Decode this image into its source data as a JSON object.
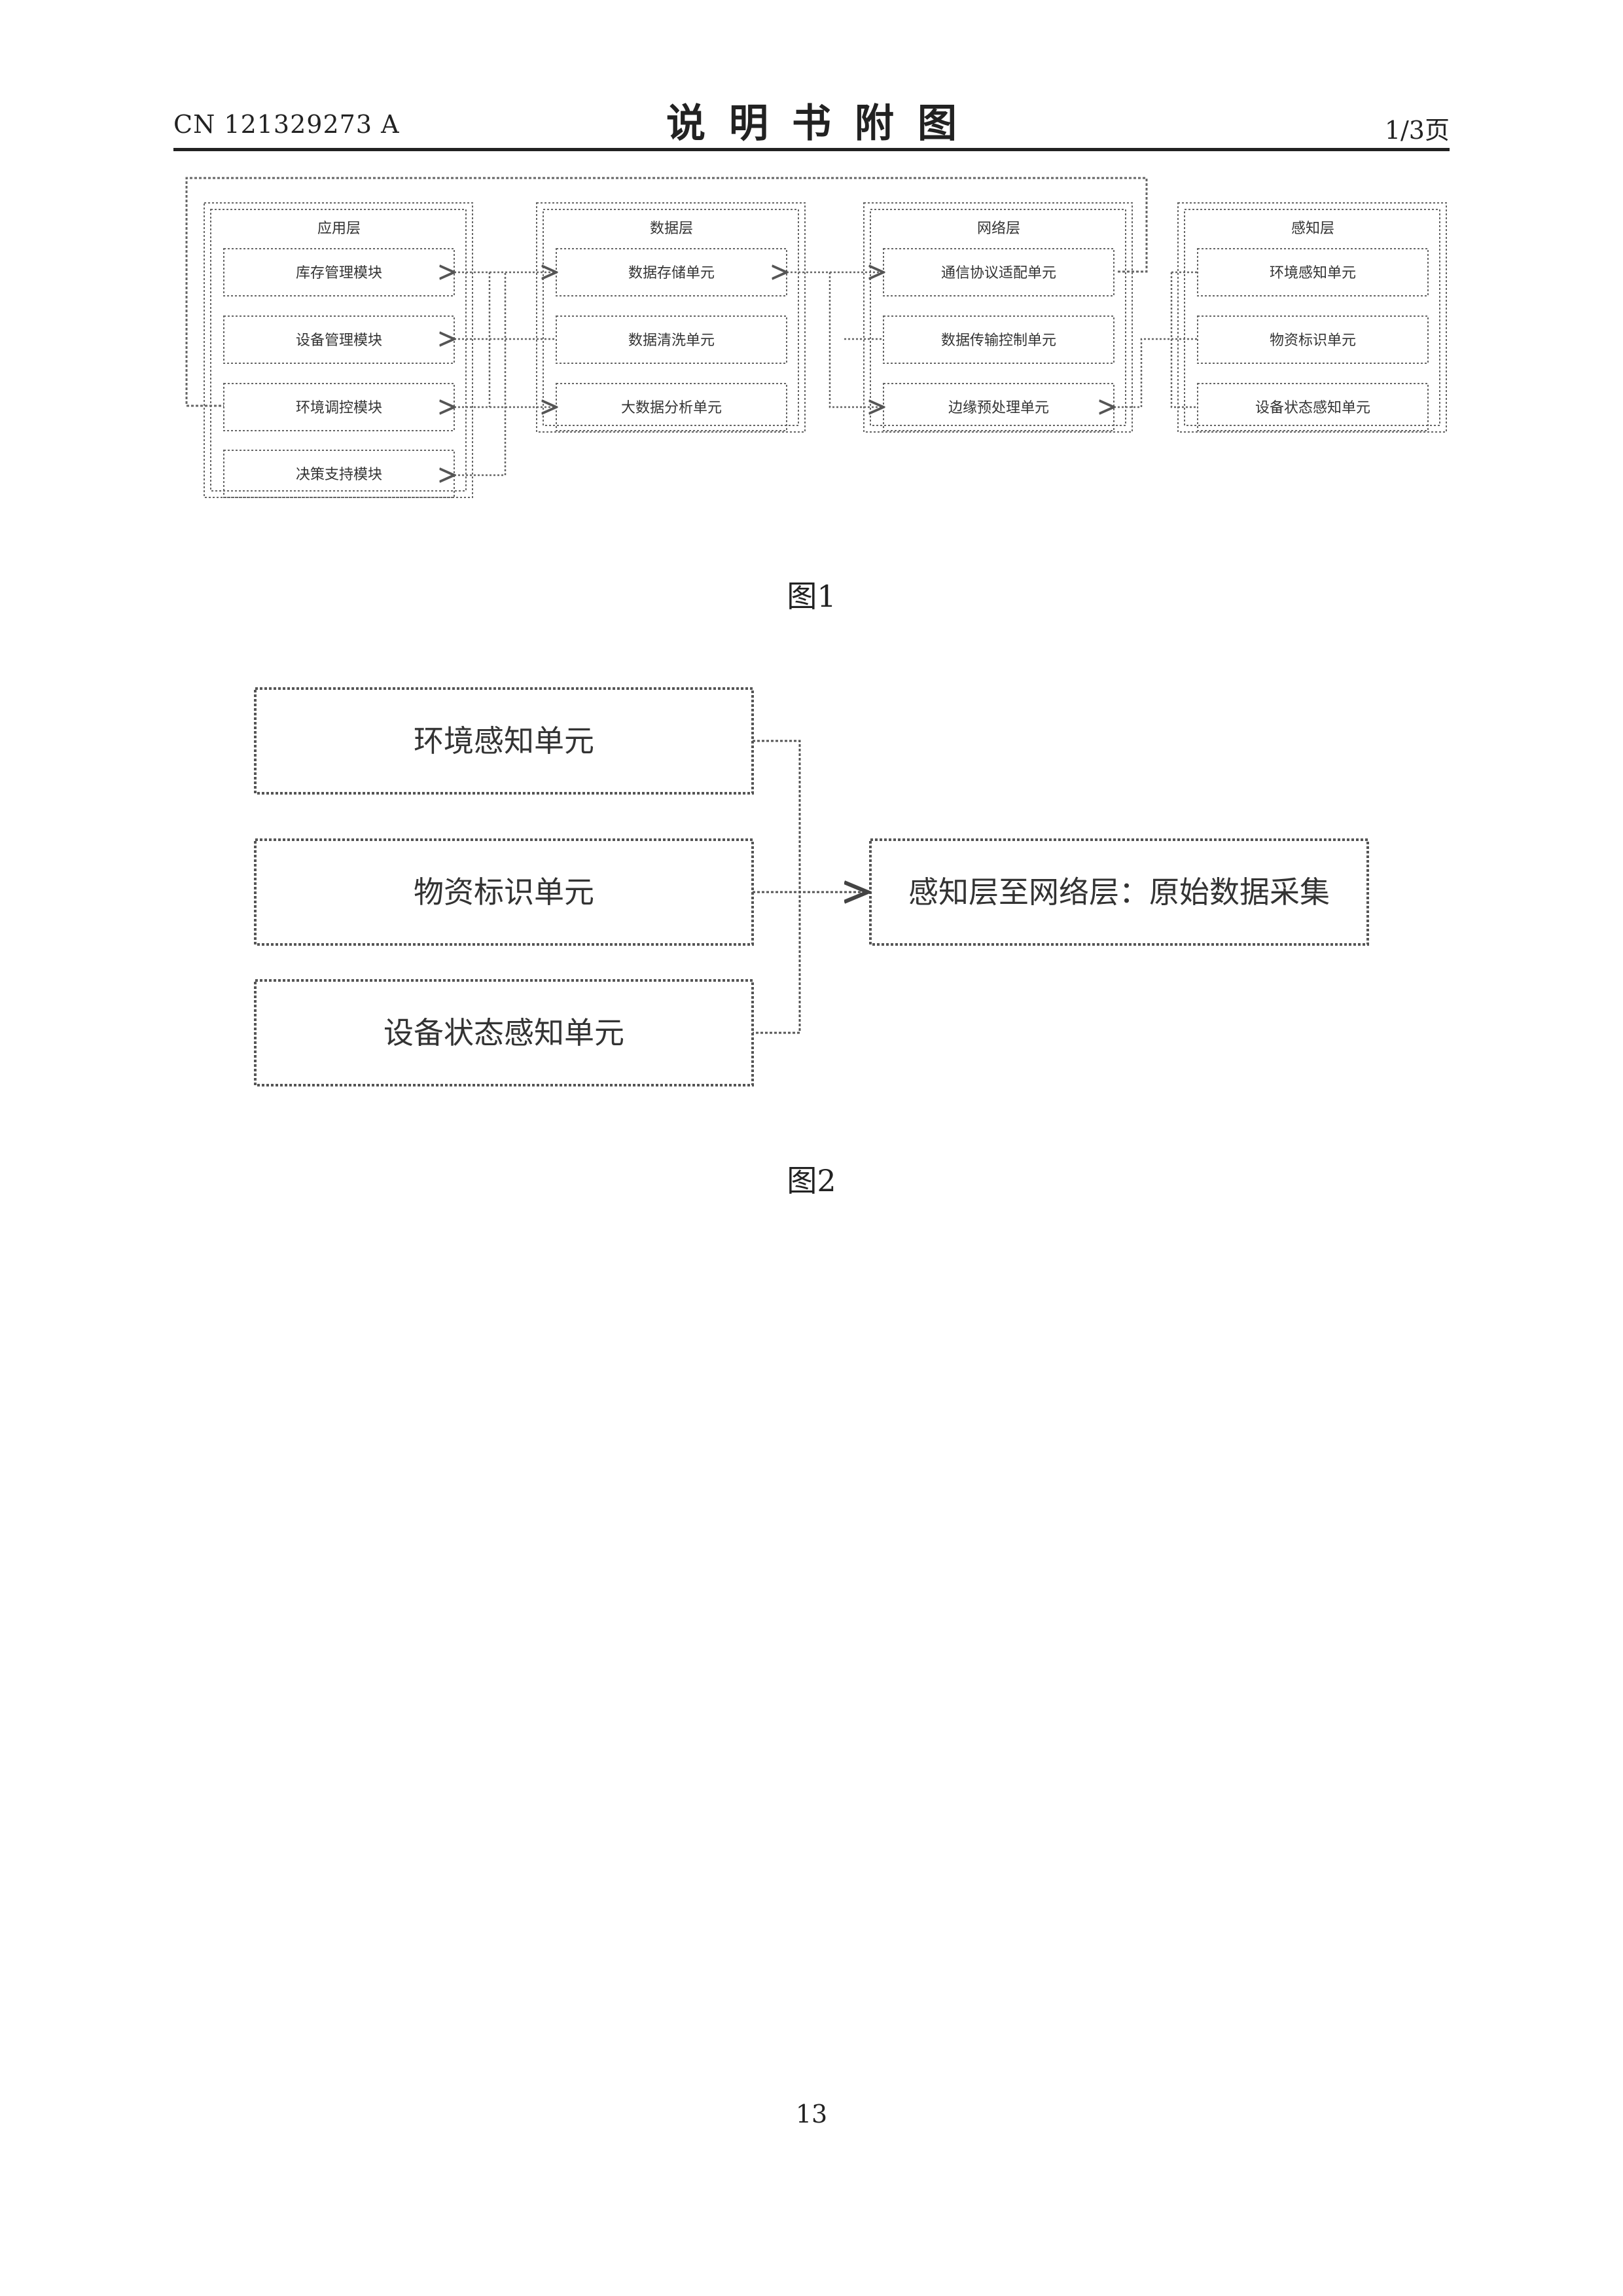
{
  "header": {
    "doc_number": "CN 121329273 A",
    "title": "说明书附图",
    "page_of": "1/3页"
  },
  "figure1": {
    "caption": "图1",
    "groups": [
      {
        "label": "应用层",
        "items": [
          "库存管理模块",
          "设备管理模块",
          "环境调控模块",
          "决策支持模块"
        ]
      },
      {
        "label": "数据层",
        "items": [
          "数据存储单元",
          "数据清洗单元",
          "大数据分析单元"
        ]
      },
      {
        "label": "网络层",
        "items": [
          "通信协议适配单元",
          "数据传输控制单元",
          "边缘预处理单元"
        ]
      },
      {
        "label": "感知层",
        "items": [
          "环境感知单元",
          "物资标识单元",
          "设备状态感知单元"
        ]
      }
    ]
  },
  "figure2": {
    "caption": "图2",
    "inputs": [
      "环境感知单元",
      "物资标识单元",
      "设备状态感知单元"
    ],
    "output": "感知层至网络层：原始数据采集"
  },
  "footer": {
    "page_number": "13"
  }
}
